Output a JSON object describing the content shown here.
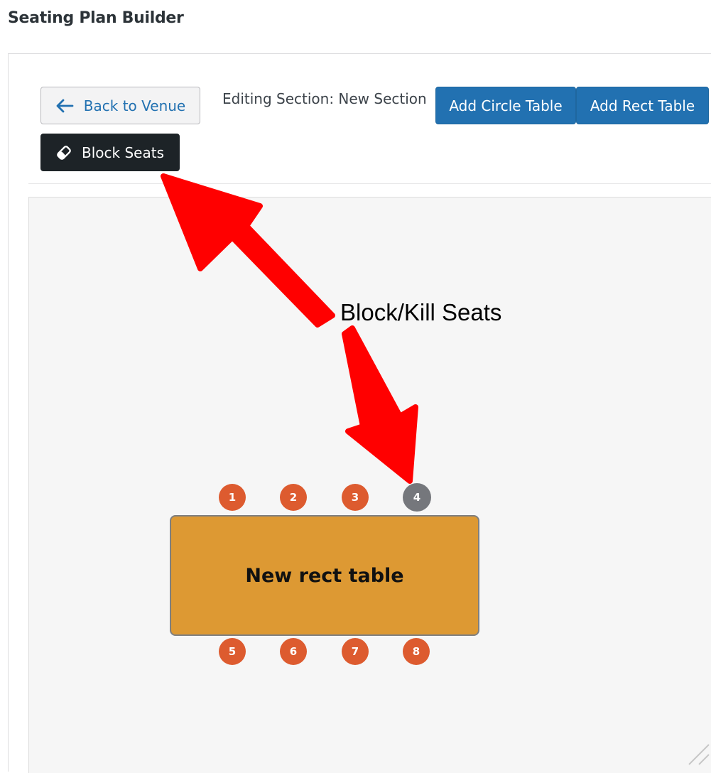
{
  "page": {
    "title": "Seating Plan Builder"
  },
  "toolbar": {
    "back_label": "Back to Venue",
    "editing_label": "Editing Section: New Section",
    "add_circle_label": "Add Circle Table",
    "add_rect_label": "Add Rect Table",
    "block_seats_label": "Block Seats"
  },
  "icons": {
    "back": "arrow-left-icon",
    "block": "eraser-icon"
  },
  "canvas": {
    "table": {
      "label": "New rect table",
      "color": "#dd9933"
    },
    "seats_top": [
      {
        "number": "1",
        "status": "available"
      },
      {
        "number": "2",
        "status": "available"
      },
      {
        "number": "3",
        "status": "available"
      },
      {
        "number": "4",
        "status": "blocked"
      }
    ],
    "seats_bottom": [
      {
        "number": "5",
        "status": "available"
      },
      {
        "number": "6",
        "status": "available"
      },
      {
        "number": "7",
        "status": "available"
      },
      {
        "number": "8",
        "status": "available"
      }
    ],
    "seat_colors": {
      "available": "#dd5b2f",
      "blocked": "#75777c"
    }
  },
  "annotation": {
    "text": "Block/Kill Seats",
    "arrow_color": "#ff0000"
  },
  "colors": {
    "primary": "#2271b1",
    "dark": "#1d2327"
  }
}
